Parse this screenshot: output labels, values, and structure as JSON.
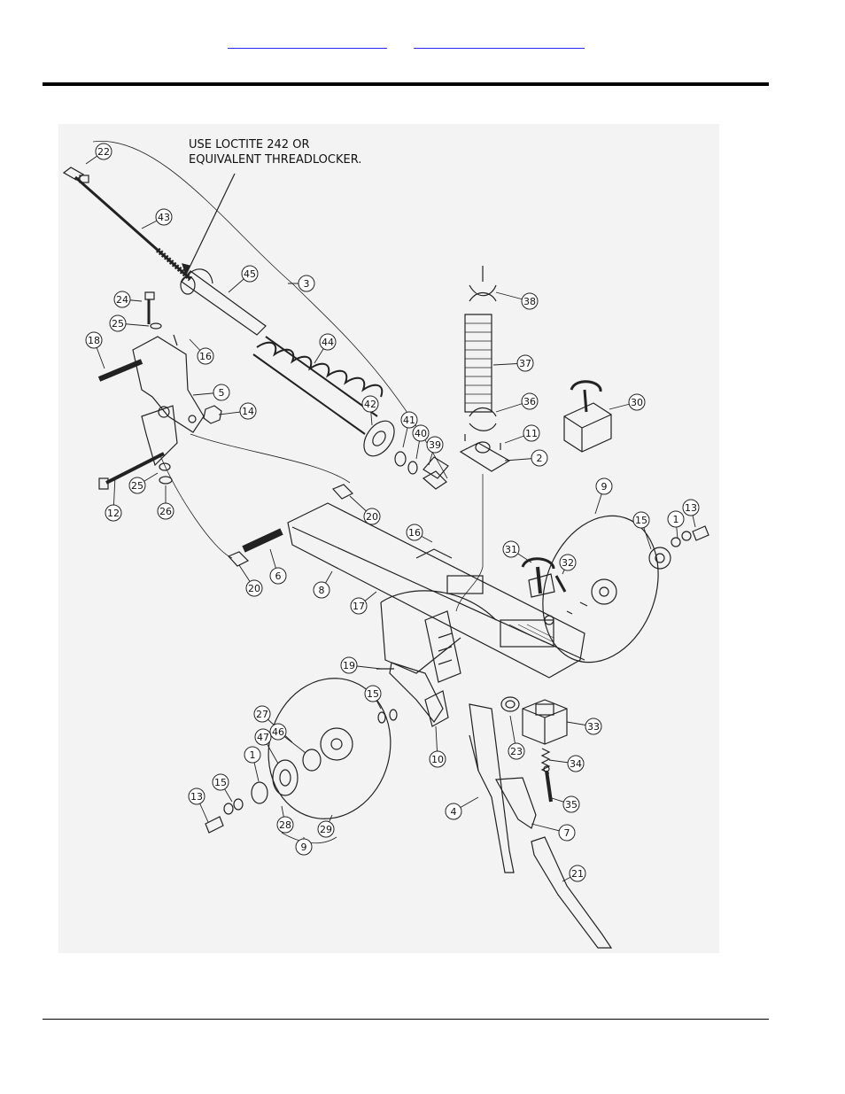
{
  "header": {
    "links": [
      {
        "label": ""
      },
      {
        "label": ""
      }
    ]
  },
  "diagram": {
    "note_line1": "USE LOCTITE 242 OR",
    "note_line2": "EQUIVALENT THREADLOCKER.",
    "callouts": [
      "22",
      "43",
      "45",
      "3",
      "24",
      "25",
      "16",
      "18",
      "5",
      "14",
      "44",
      "42",
      "41",
      "40",
      "39",
      "12",
      "25",
      "26",
      "20",
      "6",
      "20",
      "8",
      "16",
      "17",
      "38",
      "37",
      "36",
      "11",
      "2",
      "30",
      "9",
      "13",
      "15",
      "1",
      "31",
      "32",
      "19",
      "15",
      "10",
      "23",
      "33",
      "34",
      "35",
      "4",
      "7",
      "21",
      "27",
      "47",
      "46",
      "1",
      "15",
      "13",
      "28",
      "29",
      "9"
    ]
  }
}
